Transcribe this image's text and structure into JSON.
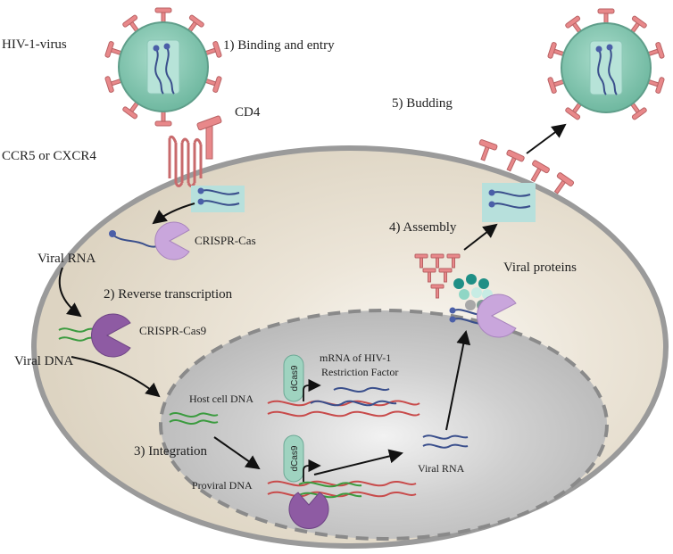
{
  "labels": {
    "hiv_virus": "HIV-1-virus",
    "binding_entry": "1) Binding and entry",
    "cd4": "CD4",
    "budding": "5) Budding",
    "coreceptor": "CCR5 or CXCR4",
    "crispr_cas": "CRISPR-Cas",
    "viral_rna_1": "Viral RNA",
    "reverse_transcription": "2) Reverse transcription",
    "crispr_cas9": "CRISPR-Cas9",
    "viral_dna": "Viral DNA",
    "assembly": "4) Assembly",
    "viral_proteins": "Viral proteins",
    "mrna_line1": "mRNA of HIV-1",
    "mrna_line2": "Restriction Factor",
    "host_cell_dna": "Host cell DNA",
    "integration": "3) Integration",
    "proviral_dna": "Proviral DNA",
    "viral_rna_2": "Viral RNA",
    "dcas9_top": "dCas9",
    "dcas9_bottom": "dCas9"
  },
  "colors": {
    "virus_fill": "#8ecfb9",
    "spike": "#e8888a",
    "cytoplasm": "#e6ded0",
    "membrane": "#8f8f8f",
    "nucleus": "#bdbdbd",
    "rna_blue": "#3a4f8c",
    "dna_green": "#3b9b3f",
    "dna_red": "#c84b4b",
    "crispr_light": "#c9a6dc",
    "crispr_dark": "#8e5ba3",
    "dcas9": "#9fd3c0"
  }
}
